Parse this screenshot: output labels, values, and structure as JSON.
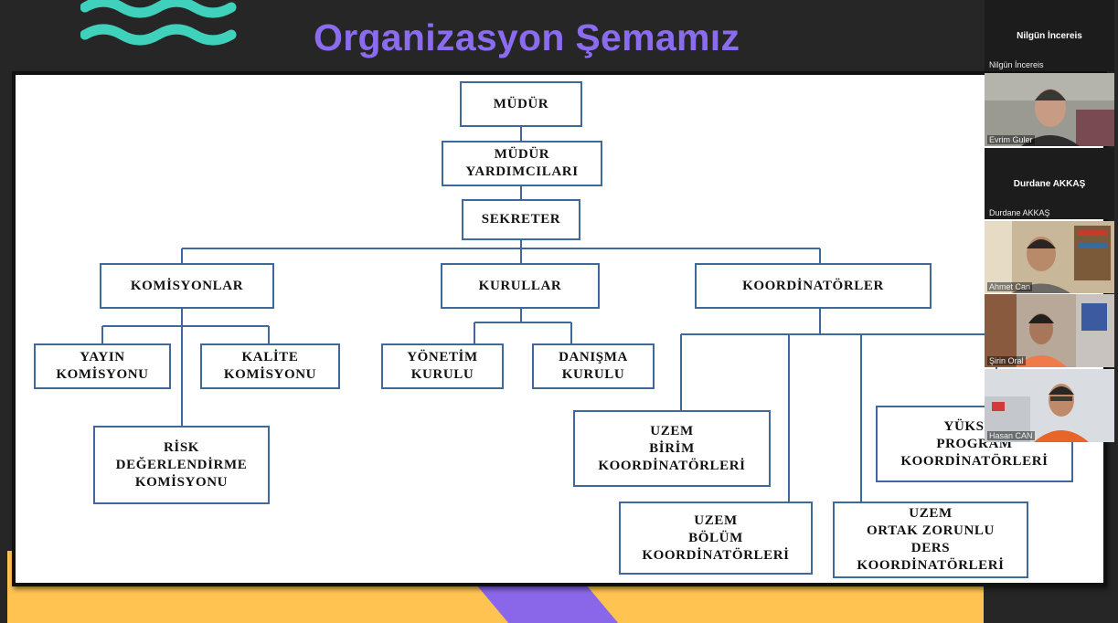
{
  "slide": {
    "title": "Organizasyon Şemamız",
    "colors": {
      "title": "#8b6cf0",
      "wave": "#3fd1bc",
      "footer": "#ffc352",
      "stripe": "#8a66e8",
      "box_border": "#41689a"
    }
  },
  "org_chart": {
    "mudur": "MÜDÜR",
    "mudur_yardimcilari": "MÜDÜR\nYARDIMCILARI",
    "sekreter": "SEKRETER",
    "komisyonlar": "KOMİSYONLAR",
    "kurullar": "KURULLAR",
    "koordinatorler": "KOORDİNATÖRLER",
    "yayin_komisyonu": "YAYIN\nKOMİSYONU",
    "kalite_komisyonu": "KALİTE\nKOMİSYONU",
    "risk_komisyonu": "RİSK\nDEĞERLENDİRME\nKOMİSYONU",
    "yonetim_kurulu": "YÖNETİM\nKURULU",
    "danisma_kurulu": "DANIŞMA\nKURULU",
    "uzem_birim": "UZEM\nBİRİM\nKOORDİNATÖRLERİ",
    "uzem_bolum": "UZEM\nBÖLÜM\nKOORDİNATÖRLERİ",
    "uzem_ortak": "UZEM\nORTAK ZORUNLU\nDERS\nKOORDİNATÖRLERİ",
    "yuksek_program": "YÜKSEK\nPROGRAM\nKOORDİNATÖRLERİ"
  },
  "participants": [
    {
      "name": "Nilgün İncereis",
      "label": "Nilgün İncereis",
      "video": false
    },
    {
      "name": "Evrim Guler",
      "label": "Evrim Guler",
      "video": true
    },
    {
      "name": "Durdane AKKAŞ",
      "label": "Durdane AKKAŞ",
      "video": false
    },
    {
      "name": "Ahmet Can",
      "label": "Ahmet Can",
      "video": true
    },
    {
      "name": "Şirin Oral",
      "label": "Şirin Oral",
      "video": true
    },
    {
      "name": "Hasan CAN",
      "label": "Hasan CAN",
      "video": true
    }
  ]
}
